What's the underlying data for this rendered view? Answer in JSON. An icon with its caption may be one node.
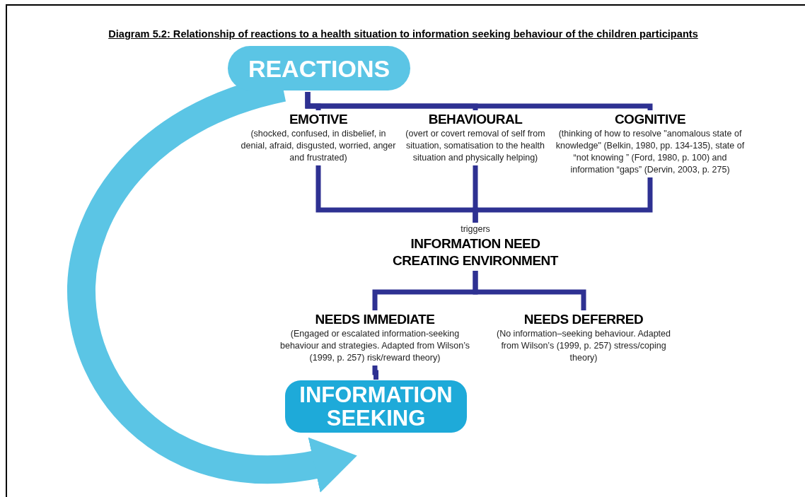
{
  "diagram": {
    "title": "Diagram 5.2: Relationship of reactions to a health situation to information seeking behaviour of the children participants",
    "nodes": [
      {
        "text": [
          "REACTIONS"
        ]
      },
      {
        "text": [
          "EMOTIVE",
          "(shocked, confused, in disbelief, in denial, afraid, disgusted, worried, anger and frustrated)"
        ]
      },
      {
        "text": [
          "BEHAVIOURAL",
          "(overt or covert removal of self from situation, somatisation to the health situation and physically helping)"
        ]
      },
      {
        "text": [
          "COGNITIVE",
          "(thinking of how to resolve  \"anomalous state of knowledge\" (Belkin, 1980, pp. 134-135),  state of “not knowing ” (Ford, 1980, p. 100) and information “gaps” (Dervin, 2003, p. 275)"
        ]
      },
      {
        "text": [
          "triggers",
          "INFORMATION NEED CREATING ENVIRONMENT"
        ]
      },
      {
        "text": [
          "NEEDS IMMEDIATE",
          "(Engaged or escalated information-seeking behaviour and strategies. Adapted from Wilson’s (1999, p. 257) risk/reward theory)"
        ]
      },
      {
        "text": [
          "NEEDS DEFERRED",
          "(No information–seeking behaviour. Adapted from Wilson’s (1999, p. 257) stress/coping theory)"
        ]
      },
      {
        "text": [
          "INFORMATION SEEKING"
        ]
      }
    ],
    "edges": [
      {
        "from": 0,
        "to": 1,
        "arrow": "none"
      },
      {
        "from": 0,
        "to": 2,
        "arrow": "none"
      },
      {
        "from": 0,
        "to": 3,
        "arrow": "none"
      },
      {
        "from": 1,
        "to": 4,
        "arrow": "none"
      },
      {
        "from": 2,
        "to": 4,
        "arrow": "none"
      },
      {
        "from": 3,
        "to": 4,
        "arrow": "none"
      },
      {
        "from": 4,
        "to": 5,
        "arrow": "none"
      },
      {
        "from": 4,
        "to": 6,
        "arrow": "none"
      },
      {
        "from": 5,
        "to": 7,
        "arrow": "none"
      },
      {
        "from": 0,
        "to": 7,
        "arrow": "to",
        "style": "thick",
        "color": "#5bc5e5"
      }
    ]
  }
}
